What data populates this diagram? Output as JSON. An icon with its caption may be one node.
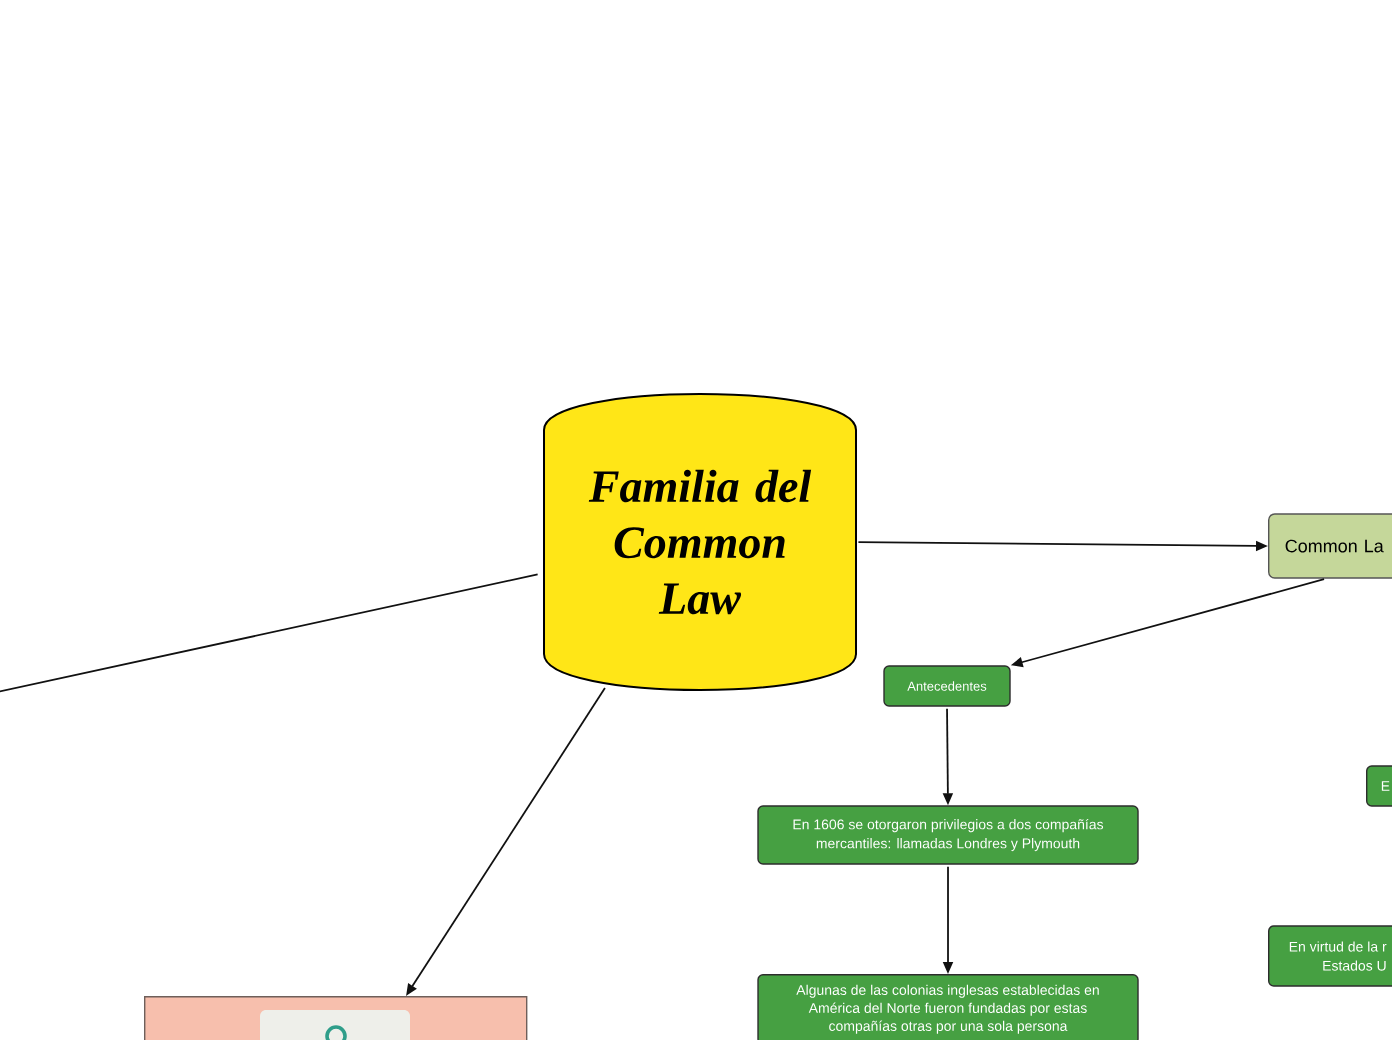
{
  "diagram": {
    "nodes": [
      {
        "text": [
          "Familia del Common Law"
        ]
      },
      {
        "text": [
          "Common La"
        ]
      },
      {
        "text": [
          "Antecedentes"
        ]
      },
      {
        "text": [
          "En 1606 se otorgaron privilegios a dos compañías mercantiles: llamadas Londres y Plymouth"
        ]
      },
      {
        "text": [
          "Algunas de las colonias inglesas establecidas en América del Norte fueron fundadas por estas compañías otras por una sola persona"
        ]
      },
      {
        "text": [
          "E"
        ]
      },
      {
        "text": [
          "En virtud de la r Estados U"
        ]
      },
      {
        "text": [],
        "shape": "box"
      }
    ],
    "edges": [
      {
        "from": 0,
        "to": 1,
        "arrow": "to"
      },
      {
        "from": 1,
        "to": 2,
        "arrow": "to"
      },
      {
        "from": 2,
        "to": 3,
        "arrow": "to"
      },
      {
        "from": 3,
        "to": 4,
        "arrow": "to"
      },
      {
        "from": 0,
        "to": 7,
        "arrow": "to"
      },
      {
        "from": 0,
        "to": null,
        "arrow": "none"
      }
    ]
  }
}
